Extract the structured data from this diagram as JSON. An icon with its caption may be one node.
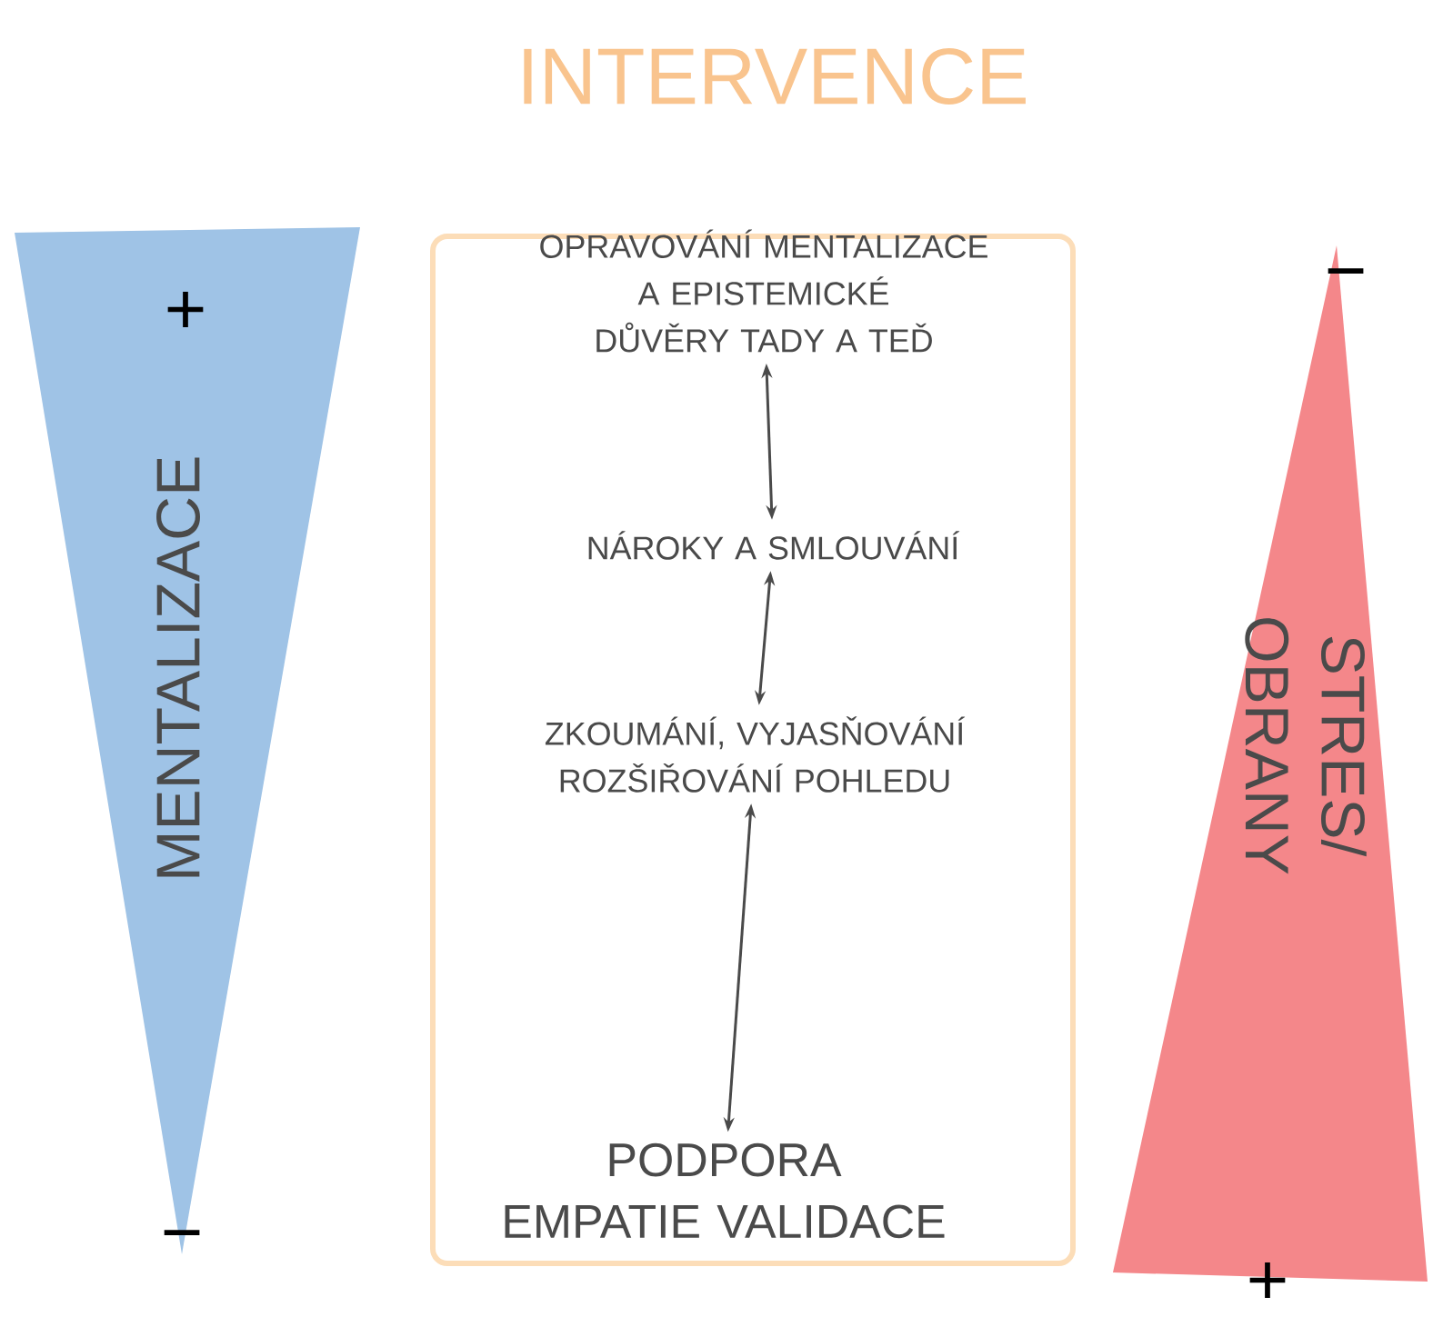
{
  "diagram": {
    "title": "INTERVENCE",
    "nodes": [
      {
        "text": [
          "MENTALIZACE"
        ]
      },
      {
        "text": [
          "STRES/ OBRANY"
        ]
      },
      {
        "text": [
          "OPRAVOVÁNÍ MENTALIZACE A EPISTEMICKÉ DŮVĚRY TADY A TEĎ"
        ]
      },
      {
        "text": [
          "NÁROKY A SMLOUVÁNÍ"
        ]
      },
      {
        "text": [
          "ZKOUMÁNÍ, VYJASŇOVÁNÍ ROZŠIŘOVÁNÍ POHLEDU"
        ]
      },
      {
        "text": [
          "PODPORA EMPATIE VALIDACE"
        ]
      }
    ],
    "edges": [
      {
        "from": 2,
        "to": 3,
        "arrow": "both"
      },
      {
        "from": 3,
        "to": 4,
        "arrow": "both"
      },
      {
        "from": 4,
        "to": 5,
        "arrow": "both"
      }
    ],
    "labels": [
      "+",
      "−",
      "−",
      "+"
    ]
  }
}
